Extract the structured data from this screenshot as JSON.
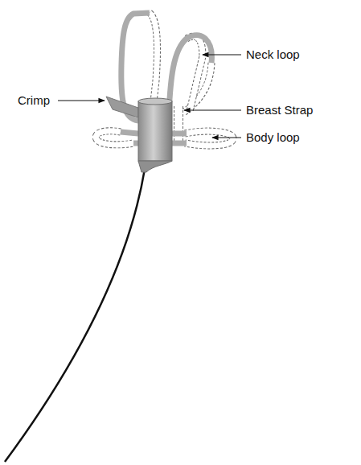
{
  "diagram": {
    "labels": [
      "Neck loop",
      "Crimp",
      "Breast Strap",
      "Body loop"
    ]
  }
}
